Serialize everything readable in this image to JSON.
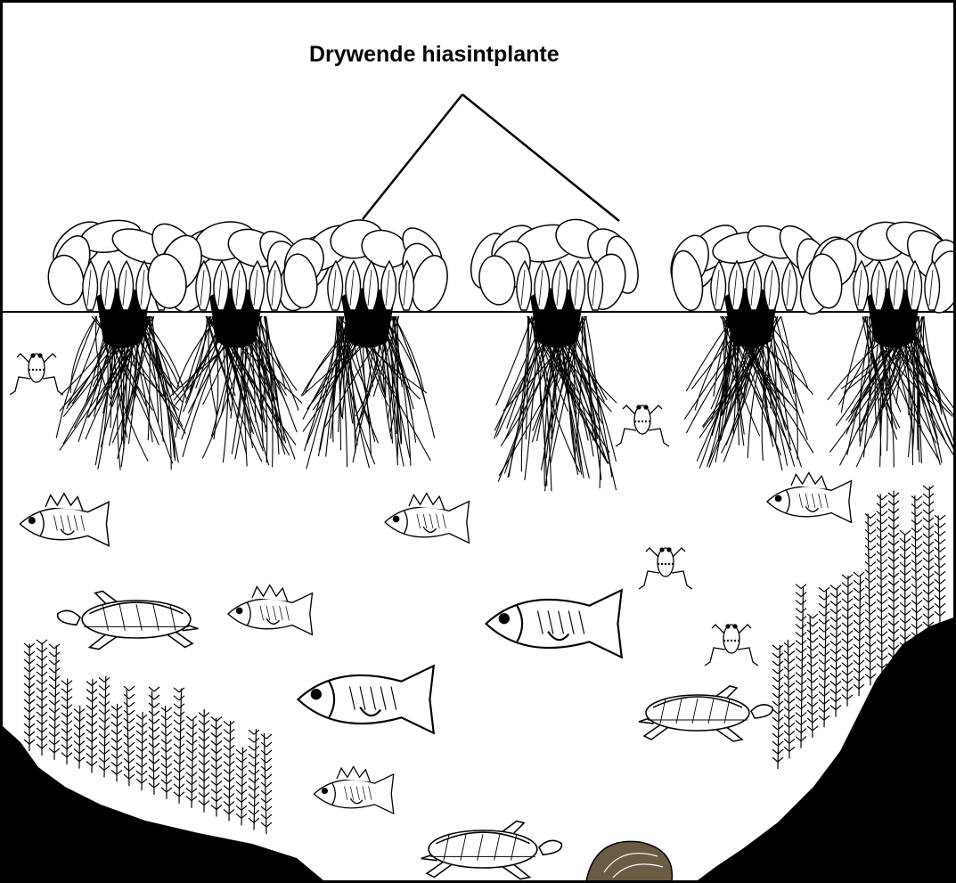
{
  "label": {
    "text": "Drywende hiasintplante"
  },
  "scene": {
    "floating_plants": 6,
    "fish": 7,
    "turtles": 3,
    "frogs": 4,
    "snails": 1,
    "pond_bottom": "dark sediment with submerged weeds"
  },
  "colors": {
    "ink": "#000000",
    "paper": "#ffffff",
    "shell": "#6b5a44"
  }
}
